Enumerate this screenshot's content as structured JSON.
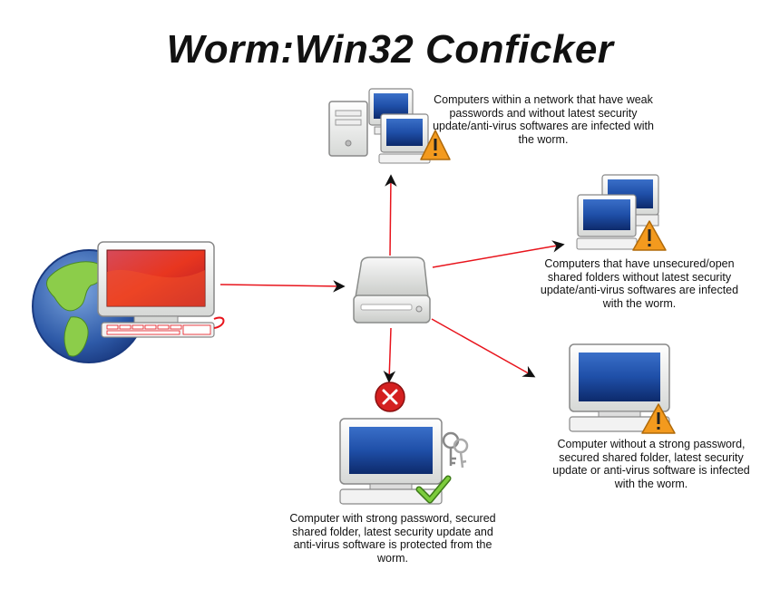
{
  "title": "Worm:Win32 Conficker",
  "captions": {
    "top": "Computers within a network that have weak passwords and without latest security update/anti-virus softwares are infected with the worm.",
    "right": "Computers that have unsecured/open shared folders without latest security update/anti-virus softwares are infected with the worm.",
    "bottom_right": "Computer without a strong password, secured shared folder, latest security update or anti-virus software is infected with the worm.",
    "bottom": "Computer with strong password, secured shared folder, latest security update and anti-virus software is protected from the worm."
  },
  "icons": {
    "globe": "globe-icon",
    "source_computer": "infected-computer-icon",
    "drive": "removable-drive-icon",
    "warning": "warning-icon",
    "blocked": "blocked-icon",
    "check": "checkmark-icon",
    "keys": "keys-icon"
  },
  "colors": {
    "arrow": "#e8141c",
    "warning": "#f39a1e",
    "blocked": "#d42020",
    "check": "#5aa82c",
    "screen": "#1f4fa8",
    "infected_screen": "#e23a2a"
  }
}
